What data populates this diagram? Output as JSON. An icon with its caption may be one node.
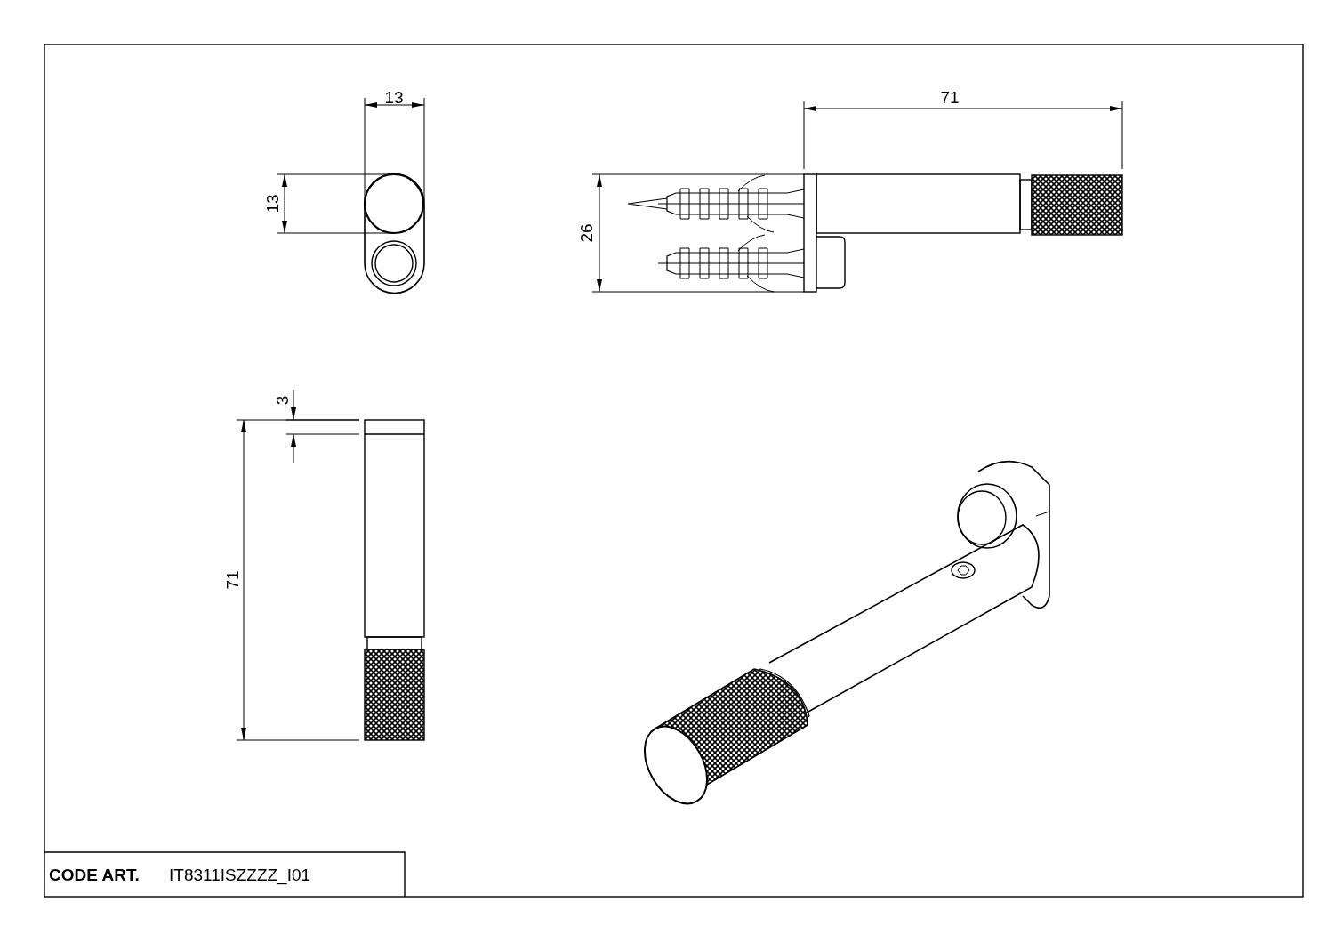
{
  "diagram": {
    "labels": [
      "13",
      "13",
      "26",
      "71",
      "3",
      "71",
      "CODE ART.",
      "IT8311ISZZZZ_I01"
    ]
  }
}
